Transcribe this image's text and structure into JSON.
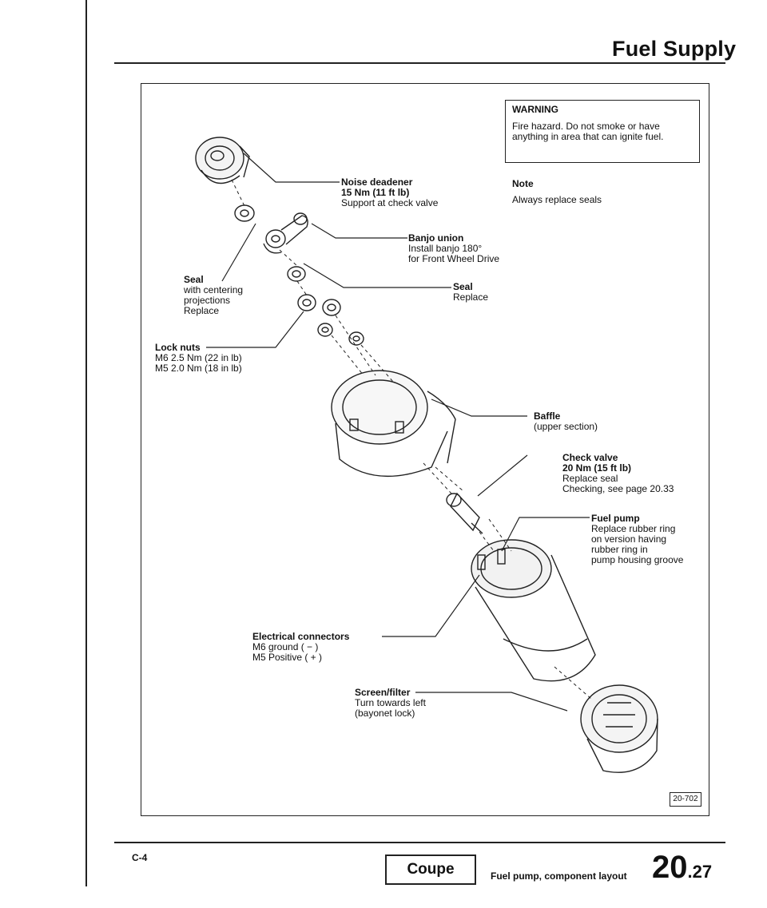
{
  "header": {
    "title": "Fuel Supply"
  },
  "warning": {
    "title": "WARNING",
    "text": "Fire hazard. Do not smoke or have anything in area that can ignite fuel."
  },
  "note": {
    "title": "Note",
    "text": "Always replace seals"
  },
  "labels": {
    "noise_deadener": {
      "title": "Noise deadener",
      "line1": "15 Nm (11 ft lb)",
      "line2": "Support at check valve"
    },
    "banjo_union": {
      "title": "Banjo union",
      "line1": "Install banjo 180°",
      "line2": "for Front Wheel Drive"
    },
    "seal_left": {
      "title": "Seal",
      "line1": "with centering",
      "line2": "projections",
      "line3": "Replace"
    },
    "seal_right": {
      "title": "Seal",
      "line1": "Replace"
    },
    "lock_nuts": {
      "title": "Lock nuts",
      "line1": "M6 2.5 Nm (22 in lb)",
      "line2": "M5 2.0 Nm (18 in lb)"
    },
    "baffle": {
      "title": "Baffle",
      "line1": "(upper section)"
    },
    "check_valve": {
      "title": "Check valve",
      "line1": "20 Nm (15 ft lb)",
      "line2": "Replace seal",
      "line3": "Checking, see page 20.33"
    },
    "fuel_pump": {
      "title": "Fuel pump",
      "line1": "Replace rubber ring",
      "line2": "on version having",
      "line3": "rubber ring in",
      "line4": "pump housing groove"
    },
    "electrical_connectors": {
      "title": "Electrical connectors",
      "line1": "M6 ground ( − )",
      "line2": "M5 Positive ( + )"
    },
    "screen_filter": {
      "title": "Screen/filter",
      "line1": "Turn towards left",
      "line2": "(bayonet lock)"
    }
  },
  "figure_number": "20-702",
  "footer": {
    "page_code": "C-4",
    "model_tag": "Coupe",
    "section_title": "Fuel pump, component layout",
    "page_number_main": "20",
    "page_number_sub": ".27"
  }
}
